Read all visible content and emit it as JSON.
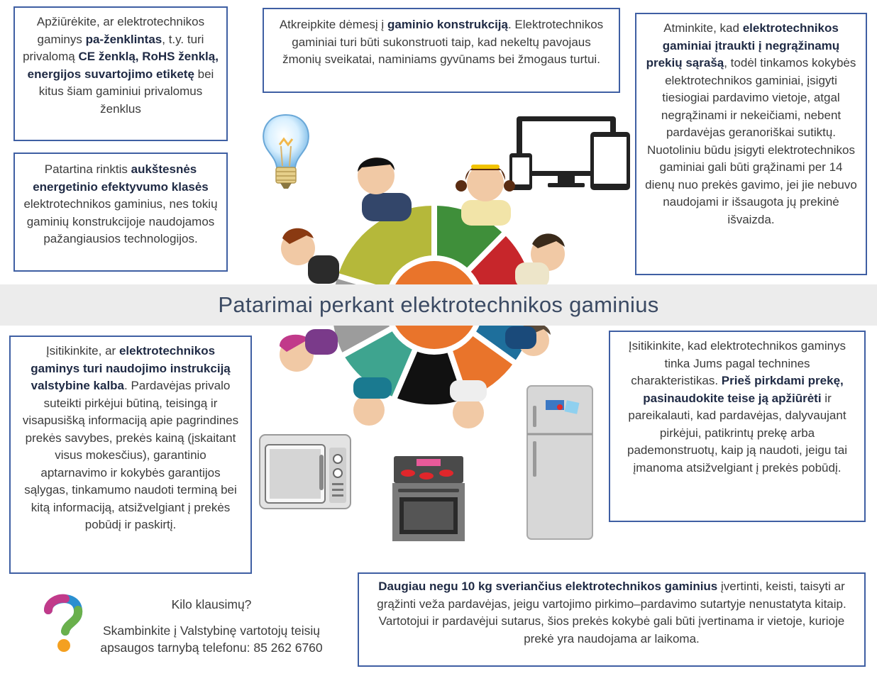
{
  "title": "Patarimai perkant elektrotechnikos gaminius",
  "colors": {
    "border": "#3f5fa3",
    "banner_bg": "#ececec",
    "title": "#3b4a63",
    "center": "#e9742b"
  },
  "boxes": {
    "marking": {
      "t1": "Apžiūrėkite, ar elektrotechnikos gaminys ",
      "b1": "pa-ženklintas",
      "t2": ", t.y. turi privalomą ",
      "b2": "CE ženklą, RoHS ženklą, energijos suvartojimo etiketę",
      "t3": " bei kitus šiam gaminiui privalomus ženklus"
    },
    "construction": {
      "t1": "Atkreipkite dėmesį į ",
      "b1": "gaminio konstrukciją",
      "t2": ". Elektrotechnikos gaminiai turi būti sukonstruoti taip, kad nekeltų pavojaus žmonių sveikatai, naminiams gyvūnams bei žmogaus turtui."
    },
    "nonreturnable": {
      "t1": "Atminkite, kad ",
      "b1": "elektrotechnikos gaminiai įtraukti į negrąžinamų prekių sąrašą",
      "t2": ", todėl tinkamos kokybės elektrotechnikos gaminiai, įsigyti tiesiogiai pardavimo vietoje, atgal negrąžinami ir nekeičiami, nebent pardavėjas geranoriškai sutiktų. Nuotoliniu būdu įsigyti elektrotechnikos gaminiai gali būti grąžinami per 14 dienų nuo prekės gavimo, jei jie nebuvo naudojami ir išsaugota jų prekinė išvaizda."
    },
    "efficiency": {
      "t1": "Patartina rinktis ",
      "b1": "aukštesnės energetinio efektyvumo klasės",
      "t2": " elektrotechnikos gaminius, nes tokių gaminių konstrukcijoje naudojamos pažangiausios technologijos."
    },
    "instructions": {
      "t1": "Įsitikinkite, ar ",
      "b1": "elektrotechnikos gaminys turi naudojimo instrukciją valstybine kalba",
      "t2": ". Pardavėjas privalo suteikti pirkėjui būtiną, teisingą ir visapusišką informaciją apie pagrindines prekės savybes, prekės kainą (įskaitant visus mokesčius), garantinio aptarnavimo ir kokybės garantijos sąlygas, tinkamumo naudoti terminą bei kitą informaciją, atsižvelgiant į prekės pobūdį ir paskirtį."
    },
    "inspection": {
      "t1": "Įsitikinkite, kad elektrotechnikos gaminys tinka Jums pagal technines charakteristikas. ",
      "b1": "Prieš pirkdami prekę, pasinaudokite teise ją apžiūrėti",
      "t2": " ir pareikalauti, kad pardavėjas, dalyvaujant pirkėjui, patikrintų prekę arba pademonstruotų, kaip ją naudoti, jeigu tai įmanoma atsižvelgiant į prekės pobūdį."
    },
    "heavy": {
      "b1": "Daugiau negu 10 kg sveriančius elektrotechnikos gaminius",
      "t1": " įvertinti, keisti, taisyti ar grąžinti veža pardavėjas, jeigu vartojimo pirkimo–pardavimo sutartyje nenustatyta kitaip. Vartotojui ir pardavėjui sutarus, šios prekės kokybė gali būti įvertinama ir vietoje, kurioje prekė yra naudojama ar laikoma."
    }
  },
  "contact": {
    "heading": "Kilo klausimų?",
    "line1": "Skambinkite į Valstybinę vartotojų teisių",
    "line2": "apsaugos tarnybą telefonu: 85 262 6760"
  },
  "icons": [
    "lightbulb-icon",
    "devices-icon",
    "microwave-icon",
    "stove-icon",
    "fridge-icon",
    "question-mark-icon",
    "people-circle-icon"
  ]
}
